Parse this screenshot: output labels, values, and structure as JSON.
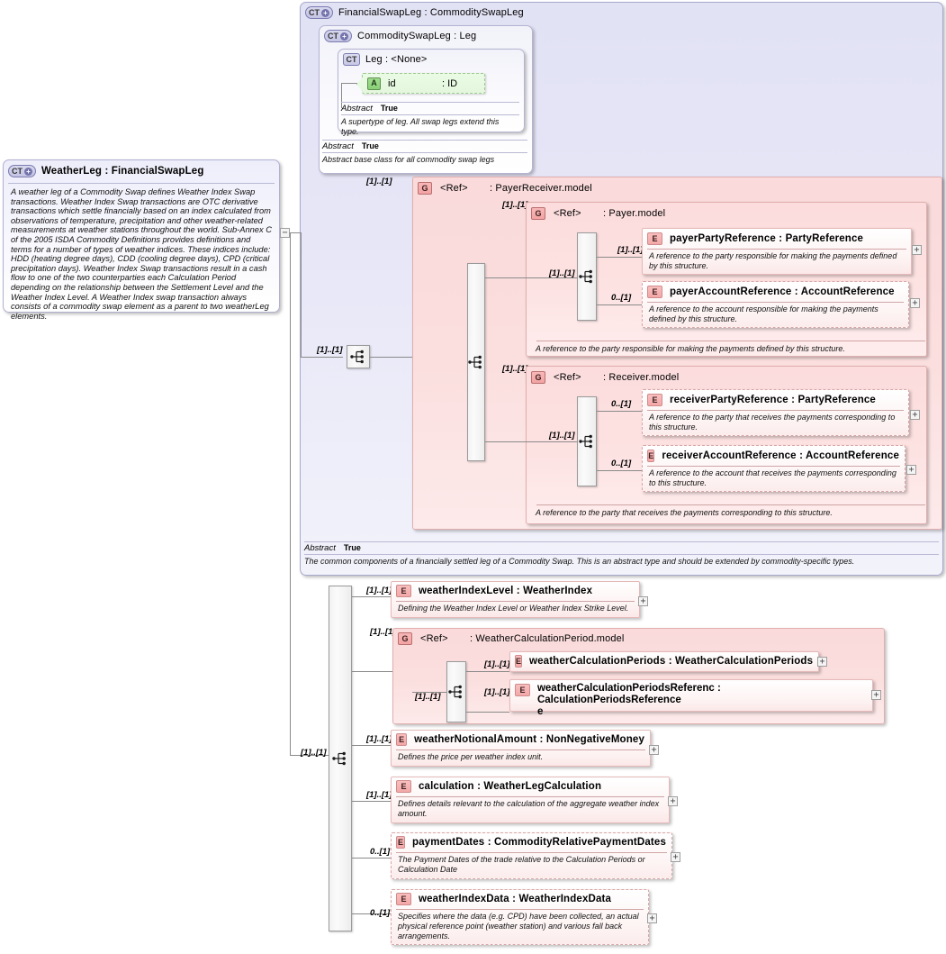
{
  "diagram": {
    "type": "xsd-schema-diagram",
    "root": "WeatherLeg"
  },
  "weatherleg": {
    "badge": "CT",
    "badge_plus": "+",
    "title": "WeatherLeg : FinancialSwapLeg",
    "doc": "A weather leg of a Commodity Swap defines Weather Index Swap transactions. Weather Index Swap transactions are OTC derivative transactions which settle financially based on an index calculated from observations of temperature, precipitation and other weather-related measurements at weather stations throughout the world. Sub-Annex C of the 2005 ISDA Commodity Definitions provides definitions and terms for a number of types of weather indices. These indices include: HDD (heating degree days), CDD (cooling degree days), CPD (critical precipitation days). Weather Index Swap transactions result in a cash flow to one of the two counterparties each Calculation Period depending on the relationship between the Settlement Level and the Weather Index Level. A Weather Index swap transaction always consists of a commodity swap element as a parent to two weatherLeg elements.",
    "collapse_toggle": "−"
  },
  "financialswapleg": {
    "badge": "CT",
    "badge_plus": "+",
    "title": "FinancialSwapLeg : CommoditySwapLeg",
    "abstract_key": "Abstract",
    "abstract_value": "True",
    "doc": "The common components of a financially settled leg of a Commodity Swap. This is an abstract type and should be extended by commodity-specific types."
  },
  "commodityswapleg": {
    "badge": "CT",
    "badge_plus": "+",
    "title": "CommoditySwapLeg : Leg",
    "abstract_key": "Abstract",
    "abstract_value": "True",
    "doc": "Abstract base class for all commodity swap legs"
  },
  "leg": {
    "badge": "CT",
    "title": "Leg       : <None>",
    "abstract_key": "Abstract",
    "abstract_value": "True",
    "doc": "A supertype of leg. All swap legs extend this type.",
    "attribute": {
      "badge": "A",
      "name": "id",
      "type": ": ID"
    }
  },
  "payerreceiver": {
    "badge": "G",
    "ref": "<Ref>",
    "title": ": PayerReceiver.model",
    "cardinality": "[1]..[1]"
  },
  "payer": {
    "badge": "G",
    "ref": "<Ref>",
    "title": ": Payer.model",
    "cardinality": "[1]..[1]",
    "seq_cardinality": "[1]..[1]",
    "doc": "A reference to the party responsible for making the payments defined by this structure.",
    "elements": [
      {
        "badge": "E",
        "title": "payerPartyReference : PartyReference",
        "cardinality": "[1]..[1]",
        "doc": "A reference to the party responsible for making the payments defined by this structure.",
        "optional": false,
        "expand": "+"
      },
      {
        "badge": "E",
        "title": "payerAccountReference : AccountReference",
        "cardinality": "0..[1]",
        "doc": "A reference to the account responsible for making the payments defined by this structure.",
        "optional": true,
        "expand": "+"
      }
    ]
  },
  "receiver": {
    "badge": "G",
    "ref": "<Ref>",
    "title": ": Receiver.model",
    "cardinality": "[1]..[1]",
    "seq_cardinality": "[1]..[1]",
    "doc": "A reference to the party that receives the payments corresponding to this structure.",
    "elements": [
      {
        "badge": "E",
        "title": "receiverPartyReference : PartyReference",
        "cardinality": "0..[1]",
        "doc": "A reference to the party that receives the payments corresponding to this structure.",
        "optional": true,
        "expand": "+"
      },
      {
        "badge": "E",
        "title": "receiverAccountReference : AccountReference",
        "cardinality": "0..[1]",
        "doc": "A reference to the account that receives the payments corresponding to this structure.",
        "optional": true,
        "expand": "+"
      }
    ]
  },
  "weather_sequence": {
    "cardinality": "[1]..[1]"
  },
  "weather_items": [
    {
      "badge": "E",
      "title": "weatherIndexLevel : WeatherIndex",
      "cardinality": "[1]..[1]",
      "doc": "Defining the Weather Index Level or Weather Index Strike Level.",
      "optional": false,
      "expand": "+"
    },
    {
      "badge": "E",
      "title": "weatherNotionalAmount : NonNegativeMoney",
      "cardinality": "[1]..[1]",
      "doc": "Defines the price per weather index unit.",
      "optional": false,
      "expand": "+"
    },
    {
      "badge": "E",
      "title": "calculation : WeatherLegCalculation",
      "cardinality": "[1]..[1]",
      "doc": "Defines details relevant to the calculation of the aggregate weather index amount.",
      "optional": false,
      "expand": "+"
    },
    {
      "badge": "E",
      "title": "paymentDates : CommodityRelativePaymentDates",
      "cardinality": "0..[1]",
      "doc": "The Payment Dates of the trade relative to the Calculation Periods or Calculation Date",
      "optional": true,
      "expand": "+"
    },
    {
      "badge": "E",
      "title": "weatherIndexData : WeatherIndexData",
      "cardinality": "0..[1]",
      "doc": "Specifies where the data (e.g. CPD) have been collected, an actual physical reference point (weather station) and various fall back arrangements.",
      "optional": true,
      "expand": "+"
    }
  ],
  "weathercalcperiod": {
    "badge": "G",
    "ref": "<Ref>",
    "title": ": WeatherCalculationPeriod.model",
    "cardinality": "[1]..[1]",
    "seq_cardinality": "[1]..[1]",
    "elements": [
      {
        "badge": "E",
        "title": "weatherCalculationPeriods : WeatherCalculationPeriods",
        "cardinality": "[1]..[1]",
        "optional": false,
        "expand": "+"
      },
      {
        "badge": "E",
        "title": "weatherCalculationPeriodsReferenc e : CalculationPeriodsReference",
        "title_line1": "weatherCalculationPeriodsReferenc : CalculationPeriodsReference",
        "title_line2": "e",
        "cardinality": "[1]..[1]",
        "optional": false,
        "expand": "+"
      }
    ]
  },
  "colors": {
    "complex_type_fill": "#e4e4f6",
    "group_fill": "#fbdede",
    "element_fill": "#fdf2f2",
    "attribute_fill": "#e6f8df",
    "line": "#8a8a8a"
  }
}
